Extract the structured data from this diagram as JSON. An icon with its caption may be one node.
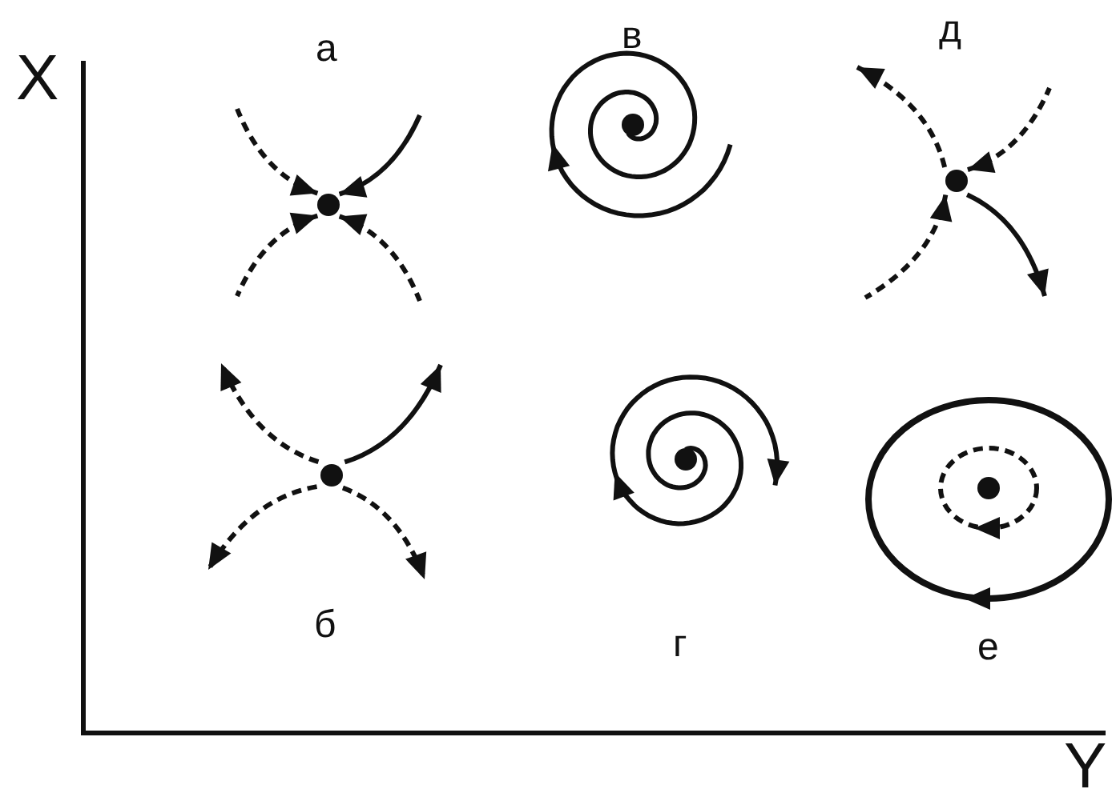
{
  "diagram": {
    "labels": [
      "X",
      "а",
      "в",
      "д",
      "б",
      "г",
      "е",
      "Y"
    ]
  }
}
